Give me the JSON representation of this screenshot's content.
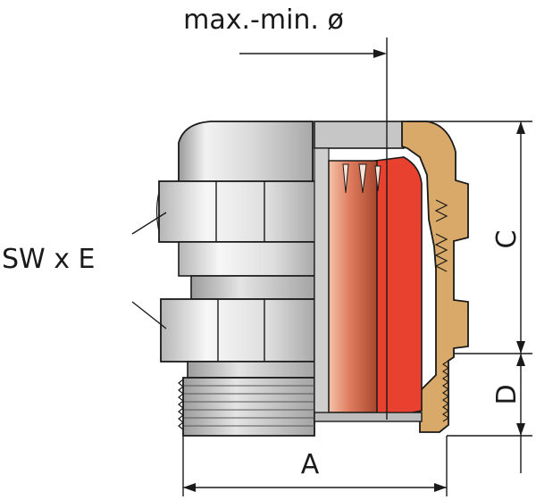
{
  "labels": {
    "diameter": "max.-min. ø",
    "wrench": "SW x E",
    "dim_a": "A",
    "dim_c": "C",
    "dim_d": "D"
  },
  "colors": {
    "metal_light": "#f0f0f0",
    "metal_mid": "#c9c9c9",
    "metal_dark": "#8c8c8c",
    "brass": "#d8a968",
    "brass_dark": "#b07e3c",
    "seal_red": "#e8412f",
    "insert_red": "#d9765a",
    "line": "#1a1a1a"
  }
}
